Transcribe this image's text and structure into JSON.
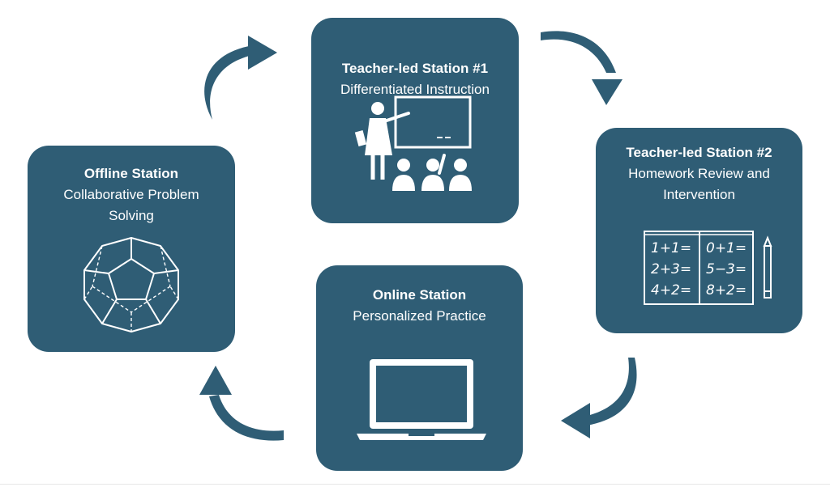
{
  "colors": {
    "card_bg": "#2f5d75",
    "card_fg": "#ffffff",
    "arrow": "#2f5d75",
    "background": "#ffffff"
  },
  "stations": [
    {
      "title": "Teacher-led Station #1",
      "subtitle": "Differentiated Instruction",
      "icon": "teacher-at-whiteboard-icon"
    },
    {
      "title": "Teacher-led Station #2",
      "subtitle_line1": "Homework Review and",
      "subtitle_line2": "Intervention",
      "icon": "math-notebook-icon",
      "notebook": {
        "left_page": [
          "1+1=",
          "2+3=",
          "4+2="
        ],
        "right_page": [
          "0+1=",
          "5−3=",
          "8+2="
        ]
      }
    },
    {
      "title": "Online Station",
      "subtitle": "Personalized Practice",
      "icon": "laptop-icon"
    },
    {
      "title": "Offline Station",
      "subtitle_line1": "Collaborative Problem",
      "subtitle_line2": "Solving",
      "icon": "dodecahedron-icon"
    }
  ],
  "flow": [
    "curved-arrow-icon",
    "curved-arrow-icon",
    "curved-arrow-icon",
    "curved-arrow-icon"
  ]
}
